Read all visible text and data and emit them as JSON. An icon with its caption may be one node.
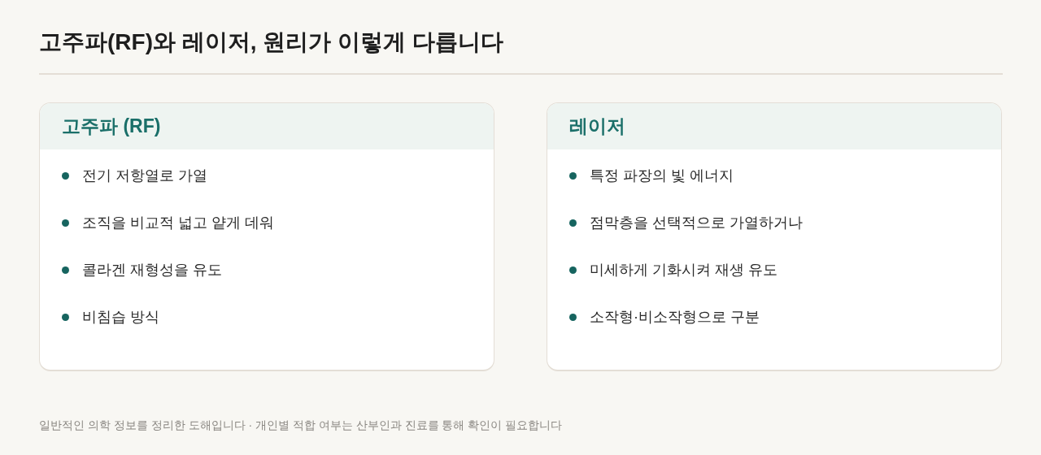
{
  "diagram": {
    "title": "고주파(RF)와 레이저, 원리가 이렇게 다릅니다",
    "caption": "일반적인 의학 정보를 정리한 도해입니다 · 개인별 적합 여부는 산부인과 진료를 통해 확인이 필요합니다",
    "nodes": [
      {
        "text": [
          "고주파 (RF)",
          "전기 저항열로 가열",
          "조직을 비교적 넓고 얕게 데워",
          "콜라겐 재형성을 유도",
          "비침습 방식"
        ]
      },
      {
        "text": [
          "레이저",
          "특정 파장의 빛 에너지",
          "점막층을 선택적으로 가열하거나",
          "미세하게 기화시켜 재생 유도",
          "소작형·비소작형으로 구분"
        ]
      }
    ],
    "edges": []
  }
}
